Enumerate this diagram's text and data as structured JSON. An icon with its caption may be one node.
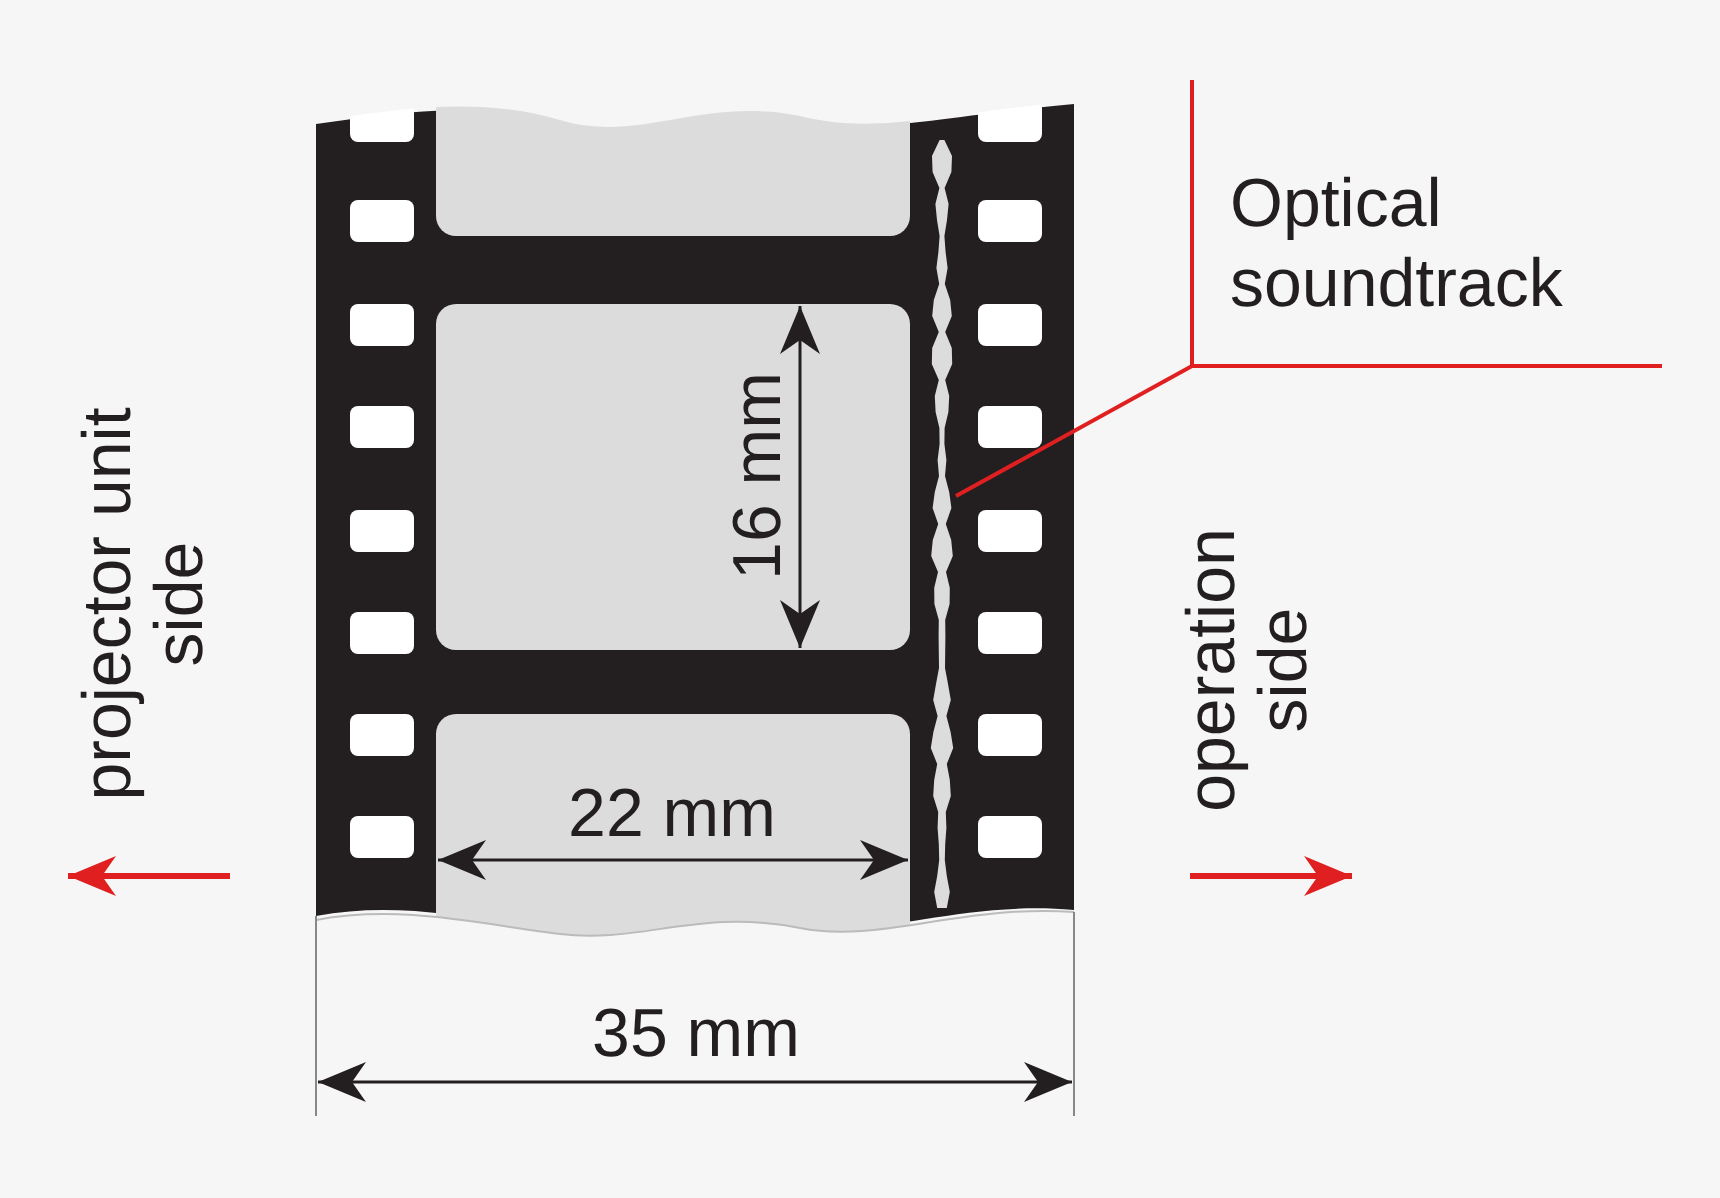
{
  "diagram": {
    "nodes": [
      {
        "text": [
          "Optical soundtrack"
        ]
      },
      {
        "text": [],
        "shape": "bar"
      }
    ],
    "edges": [
      {
        "from": 0,
        "to": 1,
        "arrow": "none"
      }
    ],
    "labels": [
      "projector unit side",
      "16 mm",
      "operation side",
      "22 mm",
      "35 mm"
    ]
  }
}
